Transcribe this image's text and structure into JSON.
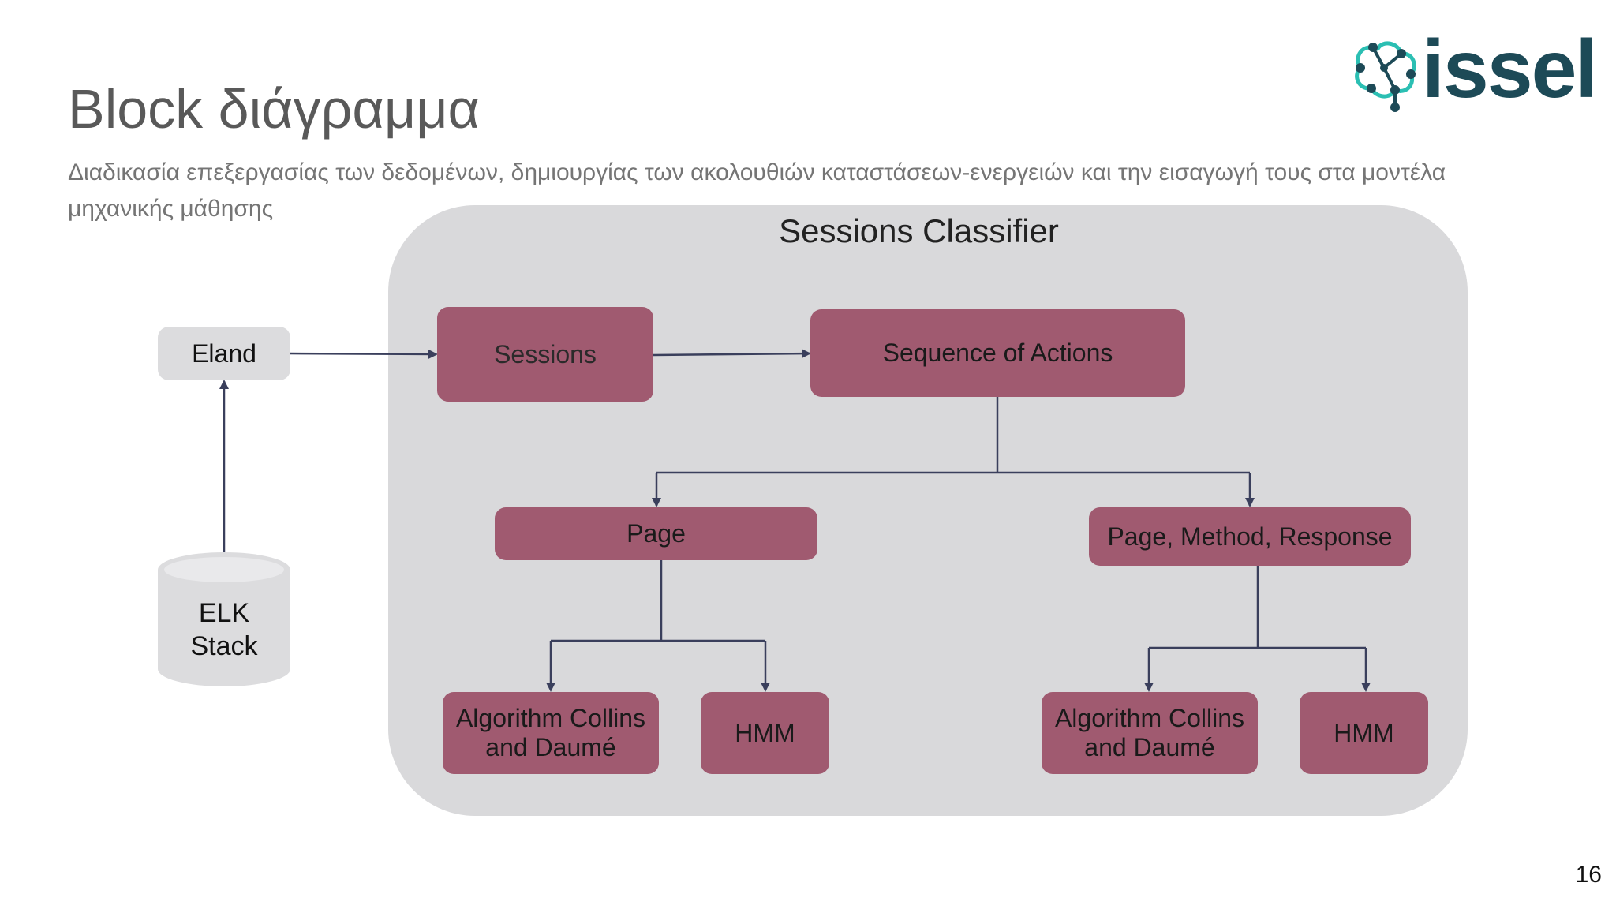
{
  "slide": {
    "title": "Block διάγραμμα",
    "subtitle": "Διαδικασία επεξεργασίας των δεδομένων, δημιουργίας των ακολουθιών καταστάσεων-ενεργειών και την εισαγωγή τους στα μοντέλα μηχανικής μάθησης",
    "page_number": "16"
  },
  "logo": {
    "text": "issel",
    "icon": "brain-network-icon"
  },
  "diagram": {
    "container_label": "Sessions Classifier",
    "nodes": {
      "eland": "Eland",
      "elk_stack": [
        "ELK",
        "Stack"
      ],
      "sessions": "Sessions",
      "sequence": "Sequence of Actions",
      "page": "Page",
      "page_method": "Page, Method, Response",
      "algo_left": [
        "Algorithm Collins",
        "and Daumé"
      ],
      "hmm_left": "HMM",
      "algo_right": [
        "Algorithm Collins",
        "and Daumé"
      ],
      "hmm_right": "HMM"
    },
    "edges": [
      [
        "elk_stack",
        "eland"
      ],
      [
        "eland",
        "sessions"
      ],
      [
        "sessions",
        "sequence"
      ],
      [
        "sequence",
        "page"
      ],
      [
        "sequence",
        "page_method"
      ],
      [
        "page",
        "algo_left"
      ],
      [
        "page",
        "hmm_left"
      ],
      [
        "page_method",
        "algo_right"
      ],
      [
        "page_method",
        "hmm_right"
      ]
    ]
  },
  "colors": {
    "node_fill": "#a05a70",
    "container_fill": "#d9d9db",
    "arrow": "#3a3f5c",
    "logo": "#1d4a57",
    "logo_accent": "#2bbfb3"
  }
}
